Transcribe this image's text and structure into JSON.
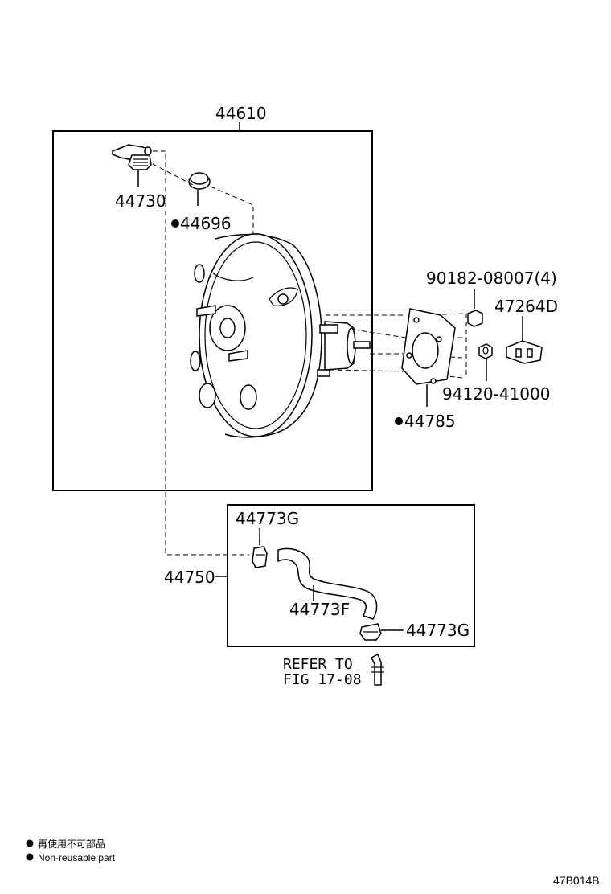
{
  "callouts": {
    "booster_assembly": "44610",
    "check_valve": "44730",
    "grommet": "44696",
    "nut_4": "90182-08007(4)",
    "clevis": "47264D",
    "nut": "94120-41000",
    "gasket": "44785",
    "hose_assembly": "44750",
    "clamp_upper": "44773G",
    "hose": "44773F",
    "clamp_lower": "44773G"
  },
  "reference": {
    "line1": "REFER TO",
    "line2": "FIG 17-08"
  },
  "legend": {
    "line1": "再使用不可部品",
    "line2": "Non-reusable part"
  },
  "figure_id": "47B014B",
  "non_reusable_marker": "●"
}
